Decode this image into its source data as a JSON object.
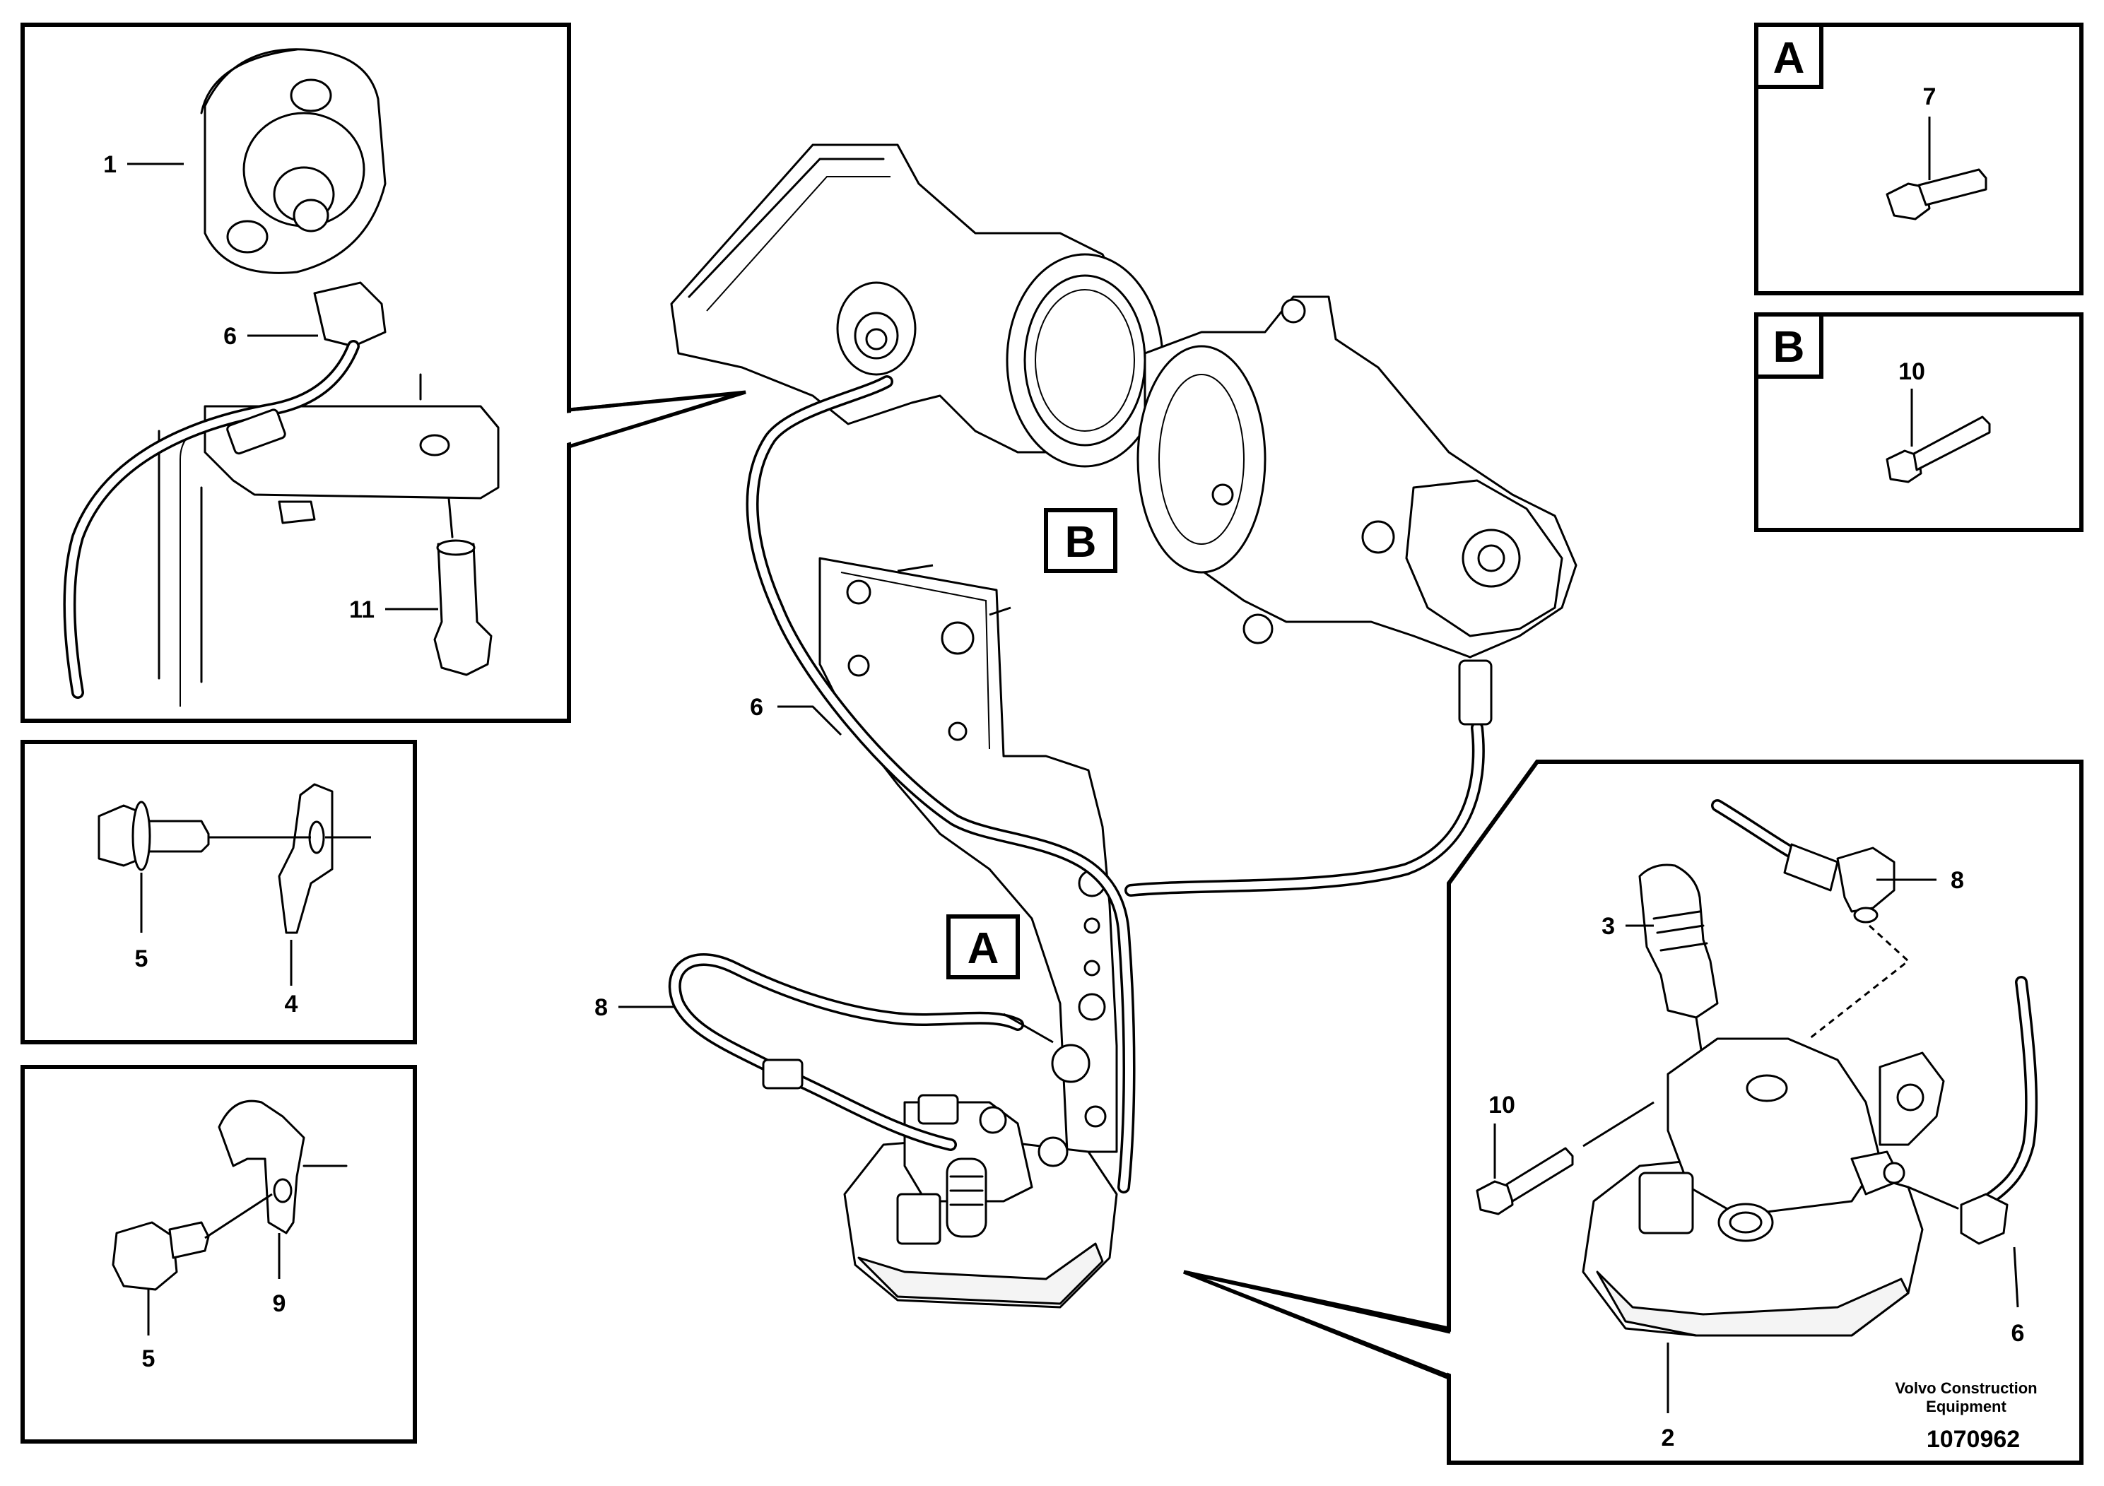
{
  "callouts": {
    "n1": "1",
    "n2": "2",
    "n3": "3",
    "n4": "4",
    "n5a": "5",
    "n5b": "5",
    "n6a": "6",
    "n6b": "6",
    "n6c": "6",
    "n7": "7",
    "n8a": "8",
    "n8b": "8",
    "n9": "9",
    "n10a": "10",
    "n10b": "10",
    "n11": "11"
  },
  "view_labels": {
    "a_main": "A",
    "b_main": "B",
    "a_box": "A",
    "b_box": "B"
  },
  "footer": {
    "brand_line1": "Volvo Construction",
    "brand_line2": "Equipment",
    "doc_number": "1070962"
  }
}
